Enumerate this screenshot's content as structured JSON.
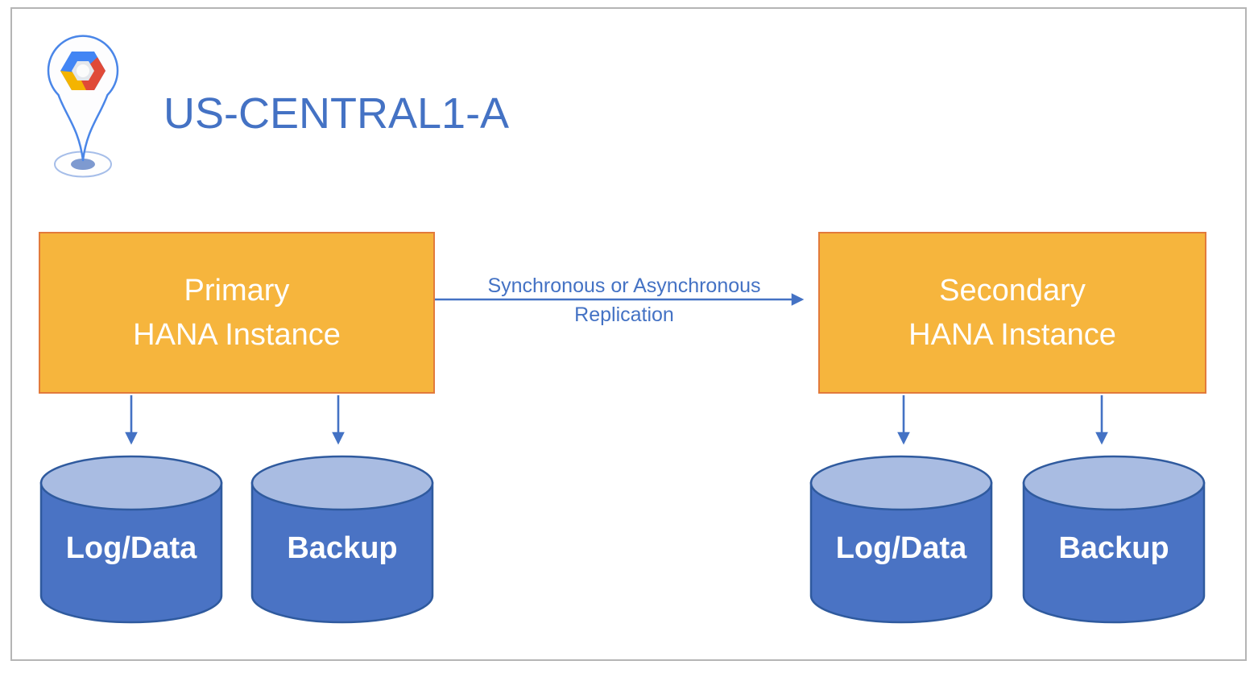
{
  "zone": {
    "title": "US-CENTRAL1-A"
  },
  "nodes": {
    "primary": {
      "line1": "Primary",
      "line2": "HANA Instance"
    },
    "secondary": {
      "line1": "Secondary",
      "line2": "HANA Instance"
    }
  },
  "replication": {
    "label_line1": "Synchronous or Asynchronous",
    "label_line2": "Replication"
  },
  "disks": {
    "primary_log_data": {
      "label": "Log/Data"
    },
    "primary_backup": {
      "label": "Backup"
    },
    "secondary_log_data": {
      "label": "Log/Data"
    },
    "secondary_backup": {
      "label": "Backup"
    }
  },
  "icons": {
    "zone_pin": "gcp-location-pin-icon",
    "disk_shape": "database-cylinder"
  },
  "colors": {
    "accent_blue": "#4472C4",
    "node_fill": "#F6B53D",
    "node_border": "#E27A3B",
    "disk_body": "#4A73C4",
    "disk_top": "#A9BCE2",
    "disk_border": "#2F5A9E",
    "frame_border": "#B5B5B5",
    "pin_stroke": "#4A86E8",
    "hex_blue": "#4285F4",
    "hex_red": "#E04A38",
    "hex_yellow": "#F4B400"
  }
}
